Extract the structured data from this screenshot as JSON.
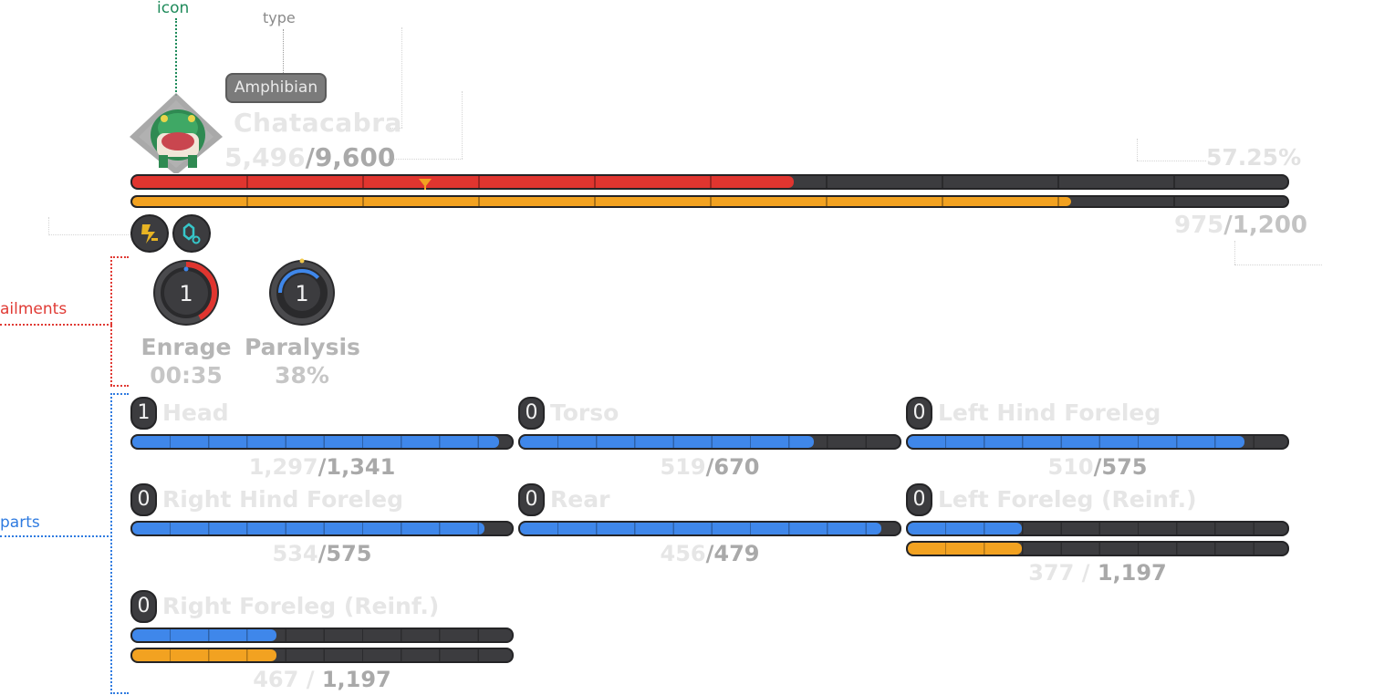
{
  "annotations": {
    "icon": "icon",
    "type": "type",
    "ailments": "ailments",
    "parts": "parts"
  },
  "monster": {
    "type": "Amphibian",
    "name": "Chatacabra",
    "hp_current": "5,496",
    "hp_max": "9,600",
    "hp_fraction": 0.5725,
    "hp_percent": "57.25%",
    "stamina_current": "975",
    "stamina_max": "1,200",
    "stamina_fraction": 0.8125
  },
  "status_icons": [
    "lightning-status-icon",
    "crystal-status-icon"
  ],
  "ailments": [
    {
      "label": "Enrage",
      "count": "1",
      "value": "00:35",
      "fraction": 0.42,
      "color": "#e0352f"
    },
    {
      "label": "Paralysis",
      "count": "1",
      "value": "38%",
      "fraction": 0.38,
      "color": "#3f87ea"
    }
  ],
  "parts": [
    {
      "name": "Head",
      "breaks": "1",
      "hp_current": "1,297",
      "hp_max": "1,341",
      "hp_fraction": 0.967
    },
    {
      "name": "Torso",
      "breaks": "0",
      "hp_current": "519",
      "hp_max": "670",
      "hp_fraction": 0.775
    },
    {
      "name": "Left Hind Foreleg",
      "breaks": "0",
      "hp_current": "510",
      "hp_max": "575",
      "hp_fraction": 0.887
    },
    {
      "name": "Right Hind Foreleg",
      "breaks": "0",
      "hp_current": "534",
      "hp_max": "575",
      "hp_fraction": 0.929
    },
    {
      "name": "Rear",
      "breaks": "0",
      "hp_current": "456",
      "hp_max": "479",
      "hp_fraction": 0.952
    },
    {
      "name": "Left Foreleg (Reinf.)",
      "breaks": "0",
      "hp_current": "377",
      "hp_max": "1,197",
      "hp_fraction": 0.3,
      "reinforced_fraction": 0.3
    },
    {
      "name": "Right Foreleg (Reinf.)",
      "breaks": "0",
      "hp_current": "467",
      "hp_max": "1,197",
      "hp_fraction": 0.38,
      "reinforced_fraction": 0.38
    }
  ],
  "colors": {
    "hp": "#e0352f",
    "stamina": "#f2a221",
    "part_hp": "#3f87ea",
    "bar_bg": "#3c3c3f"
  }
}
